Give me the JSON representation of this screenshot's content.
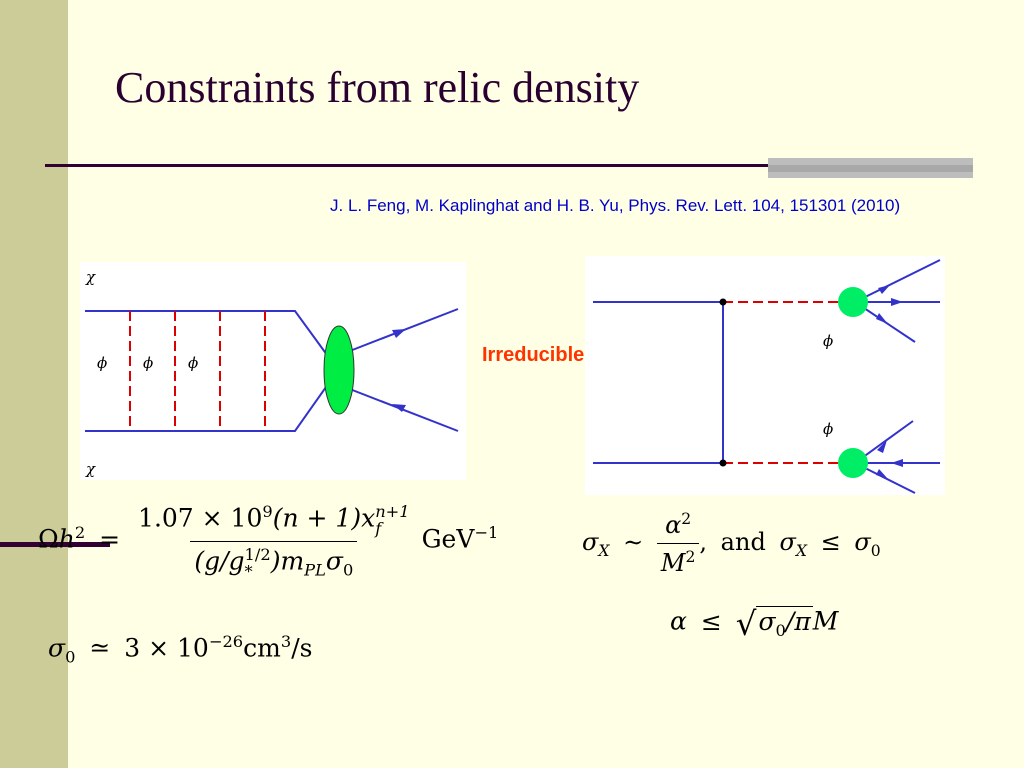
{
  "slide": {
    "title": "Constraints from relic density",
    "reference": "J. L. Feng, M. Kaplinghat and H. B. Yu, Phys. Rev. Lett. 104, 151301 (2010)",
    "annotation": "Irreducible process"
  },
  "diagram_left": {
    "label_top": "χ",
    "label_bottom": "χ",
    "mediators": [
      "ϕ",
      "ϕ",
      "ϕ"
    ]
  },
  "diagram_right": {
    "mediator_top": "ϕ",
    "mediator_bottom": "ϕ"
  },
  "colors": {
    "fermion_line": "#3333cc",
    "mediator_line": "#dd0000",
    "blob": "#00ee44",
    "annotation": "#ff3300",
    "reference": "#0000cc"
  },
  "equations": {
    "relic": {
      "lhs_symbol": "Ω",
      "lhs_h": "h",
      "lhs_exp": "2",
      "equals": "=",
      "num_coeff": "1.07 × 10",
      "num_coeff_exp": "9",
      "num_mid": "(n + 1)",
      "num_x": "x",
      "num_x_sup": "n+1",
      "num_x_sub": "f",
      "den_open": "(g/g",
      "den_g_sup": "1/2",
      "den_g_sub": "*",
      "den_rest": ")m",
      "den_m_sub": "PL",
      "den_sigma": "σ",
      "den_sigma_sub": "0",
      "unit": "GeV",
      "unit_exp": "−1"
    },
    "sigma0": {
      "sigma": "σ",
      "sub": "0",
      "rel": "≃",
      "value": "3 × 10",
      "exp": "−26",
      "unit": "cm",
      "unit_exp": "3",
      "unit_tail": "/s"
    },
    "sigmaX": {
      "sigma": "σ",
      "sub": "X",
      "rel": "∼",
      "num_alpha": "α",
      "num_exp": "2",
      "den_M": "M",
      "den_exp": "2",
      "comma": ",",
      "and": "and",
      "sigma2": "σ",
      "sub2": "X",
      "rel2": "≤",
      "sigma3": "σ",
      "sub3": "0"
    },
    "alpha": {
      "alpha": "α",
      "rel": "≤",
      "rad_sigma": "σ",
      "rad_sub": "0",
      "rad_tail": "/π",
      "M": "M"
    }
  }
}
